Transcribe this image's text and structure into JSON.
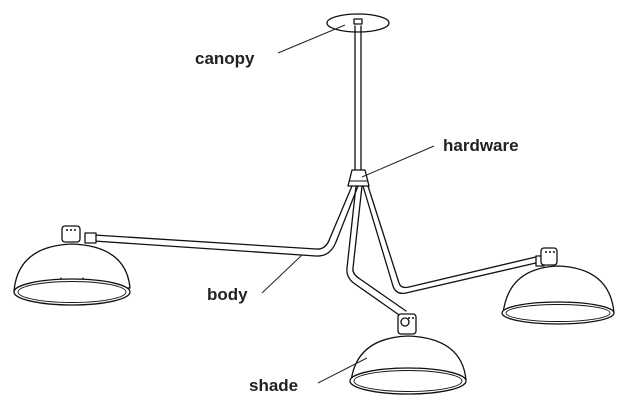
{
  "labels": {
    "canopy": "canopy",
    "hardware": "hardware",
    "body": "body",
    "shade": "shade"
  }
}
